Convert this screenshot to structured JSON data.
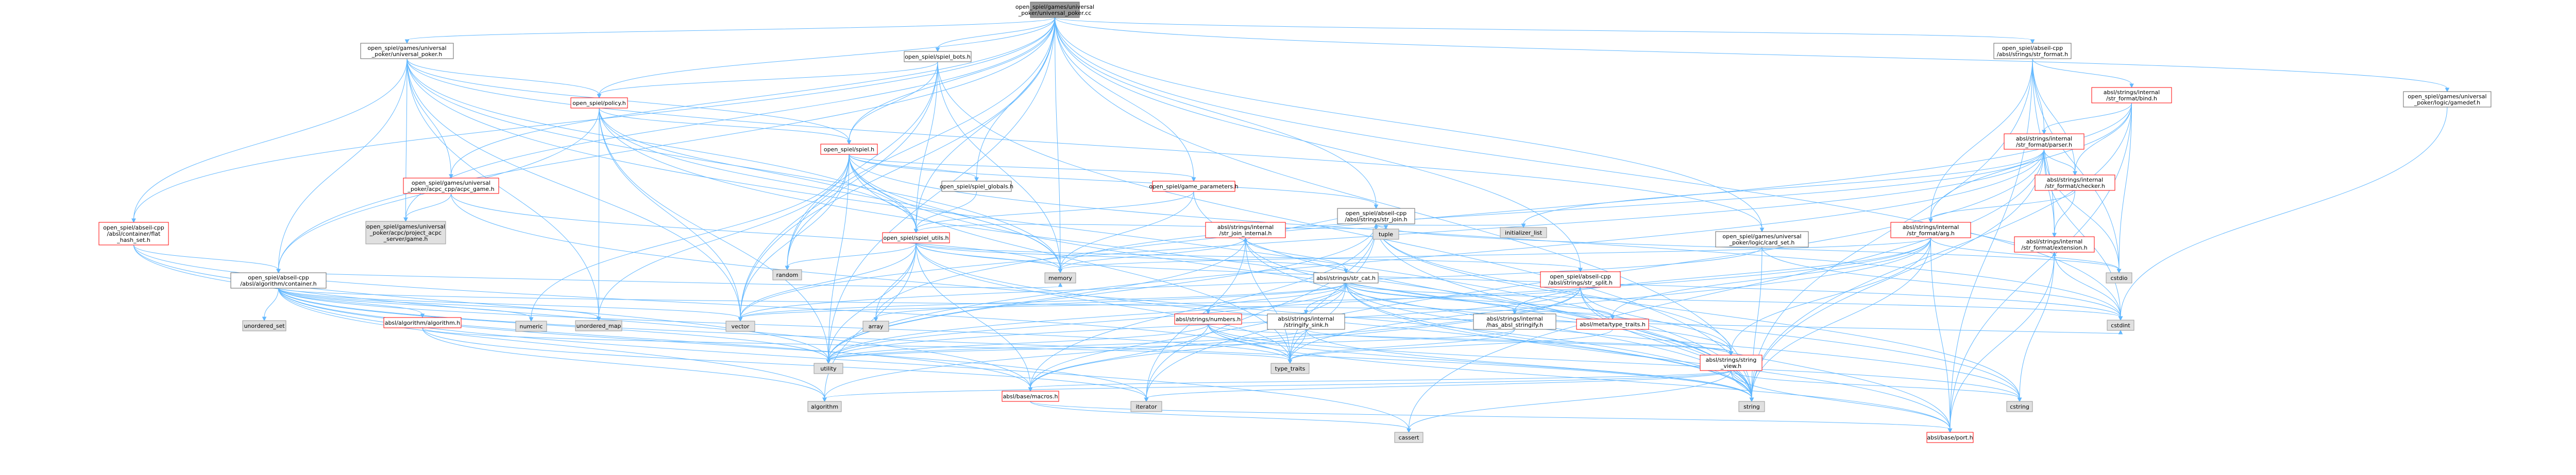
{
  "colors": {
    "root_fill": "#999999",
    "file_fill": "#ffffff",
    "file_border": "#666666",
    "missing_border": "#ff0000",
    "system_fill": "#e0e0e0",
    "system_border": "#999999",
    "edge": "#63b8ff"
  },
  "nodes": [
    {
      "id": "root",
      "lines": [
        "open_spiel/games/universal",
        "_poker/universal_poker.cc"
      ],
      "kind": "root"
    },
    {
      "id": "up_h",
      "lines": [
        "open_spiel/games/universal",
        "_poker/universal_poker.h"
      ],
      "kind": "file"
    },
    {
      "id": "bots",
      "lines": [
        "open_spiel/spiel_bots.h"
      ],
      "kind": "file"
    },
    {
      "id": "strformat",
      "lines": [
        "open_spiel/abseil-cpp",
        "/absl/strings/str_format.h"
      ],
      "kind": "file"
    },
    {
      "id": "gamedef",
      "lines": [
        "open_spiel/games/universal",
        "_poker/logic/gamedef.h"
      ],
      "kind": "file"
    },
    {
      "id": "policy",
      "lines": [
        "open_spiel/policy.h"
      ],
      "kind": "missing"
    },
    {
      "id": "acpc_game",
      "lines": [
        "open_spiel/games/universal",
        "_poker/acpc_cpp/acpc_game.h"
      ],
      "kind": "missing"
    },
    {
      "id": "flat_hash",
      "lines": [
        "open_spiel/abseil-cpp",
        "/absl/container/flat",
        "_hash_set.h"
      ],
      "kind": "missing"
    },
    {
      "id": "spiel",
      "lines": [
        "open_spiel/spiel.h"
      ],
      "kind": "missing"
    },
    {
      "id": "project_acpc",
      "lines": [
        "open_spiel/games/universal",
        "_poker/acpc/project_acpc",
        "_server/game.h"
      ],
      "kind": "system"
    },
    {
      "id": "container",
      "lines": [
        "open_spiel/abseil-cpp",
        "/absl/algorithm/container.h"
      ],
      "kind": "file"
    },
    {
      "id": "spiel_globals",
      "lines": [
        "open_spiel/spiel_globals.h"
      ],
      "kind": "file"
    },
    {
      "id": "game_params",
      "lines": [
        "open_spiel/game_parameters.h"
      ],
      "kind": "missing"
    },
    {
      "id": "spiel_utils",
      "lines": [
        "open_spiel/spiel_utils.h"
      ],
      "kind": "missing"
    },
    {
      "id": "str_join",
      "lines": [
        "open_spiel/abseil-cpp",
        "/absl/strings/str_join.h"
      ],
      "kind": "file"
    },
    {
      "id": "str_join_internal",
      "lines": [
        "absl/strings/internal",
        "/str_join_internal.h"
      ],
      "kind": "missing"
    },
    {
      "id": "bind",
      "lines": [
        "absl/strings/internal",
        "/str_format/bind.h"
      ],
      "kind": "missing"
    },
    {
      "id": "parser",
      "lines": [
        "absl/strings/internal",
        "/str_format/parser.h"
      ],
      "kind": "missing"
    },
    {
      "id": "checker",
      "lines": [
        "absl/strings/internal",
        "/str_format/checker.h"
      ],
      "kind": "missing"
    },
    {
      "id": "arg",
      "lines": [
        "absl/strings/internal",
        "/str_format/arg.h"
      ],
      "kind": "missing"
    },
    {
      "id": "extension",
      "lines": [
        "absl/strings/internal",
        "/str_format/extension.h"
      ],
      "kind": "missing"
    },
    {
      "id": "str_split",
      "lines": [
        "open_spiel/abseil-cpp",
        "/absl/strings/str_split.h"
      ],
      "kind": "missing"
    },
    {
      "id": "card_set",
      "lines": [
        "open_spiel/games/universal",
        "_poker/logic/card_set.h"
      ],
      "kind": "file"
    },
    {
      "id": "str_cat",
      "lines": [
        "absl/strings/str_cat.h"
      ],
      "kind": "file"
    },
    {
      "id": "algorithm_h",
      "lines": [
        "absl/algorithm/algorithm.h"
      ],
      "kind": "missing"
    },
    {
      "id": "numbers",
      "lines": [
        "absl/strings/numbers.h"
      ],
      "kind": "missing"
    },
    {
      "id": "stringify_sink",
      "lines": [
        "absl/strings/internal",
        "/stringify_sink.h"
      ],
      "kind": "file"
    },
    {
      "id": "has_stringify",
      "lines": [
        "absl/strings/internal",
        "/has_absl_stringify.h"
      ],
      "kind": "file"
    },
    {
      "id": "meta_type_traits",
      "lines": [
        "absl/meta/type_traits.h"
      ],
      "kind": "missing"
    },
    {
      "id": "string_view",
      "lines": [
        "absl/strings/string",
        "_view.h"
      ],
      "kind": "missing"
    },
    {
      "id": "macros",
      "lines": [
        "absl/base/macros.h"
      ],
      "kind": "missing"
    },
    {
      "id": "port",
      "lines": [
        "absl/base/port.h"
      ],
      "kind": "missing"
    },
    {
      "id": "tuple",
      "lines": [
        "tuple"
      ],
      "kind": "system"
    },
    {
      "id": "initializer_list",
      "lines": [
        "initializer_list"
      ],
      "kind": "system"
    },
    {
      "id": "memory",
      "lines": [
        "memory"
      ],
      "kind": "system"
    },
    {
      "id": "random",
      "lines": [
        "random"
      ],
      "kind": "system"
    },
    {
      "id": "unordered_set",
      "lines": [
        "unordered_set"
      ],
      "kind": "system"
    },
    {
      "id": "numeric",
      "lines": [
        "numeric"
      ],
      "kind": "system"
    },
    {
      "id": "unordered_map",
      "lines": [
        "unordered_map"
      ],
      "kind": "system"
    },
    {
      "id": "vector",
      "lines": [
        "vector"
      ],
      "kind": "system"
    },
    {
      "id": "array",
      "lines": [
        "array"
      ],
      "kind": "system"
    },
    {
      "id": "cstdio",
      "lines": [
        "cstdio"
      ],
      "kind": "system"
    },
    {
      "id": "cstdint",
      "lines": [
        "cstdint"
      ],
      "kind": "system"
    },
    {
      "id": "type_traits",
      "lines": [
        "type_traits"
      ],
      "kind": "system"
    },
    {
      "id": "utility",
      "lines": [
        "utility"
      ],
      "kind": "system"
    },
    {
      "id": "algorithm",
      "lines": [
        "algorithm"
      ],
      "kind": "system"
    },
    {
      "id": "iterator",
      "lines": [
        "iterator"
      ],
      "kind": "system"
    },
    {
      "id": "string",
      "lines": [
        "string"
      ],
      "kind": "system"
    },
    {
      "id": "cstring",
      "lines": [
        "cstring"
      ],
      "kind": "system"
    },
    {
      "id": "cassert",
      "lines": [
        "cassert"
      ],
      "kind": "system"
    }
  ],
  "edges": [
    [
      "root",
      "up_h"
    ],
    [
      "root",
      "bots"
    ],
    [
      "root",
      "strformat"
    ],
    [
      "root",
      "gamedef"
    ],
    [
      "root",
      "policy"
    ],
    [
      "root",
      "spiel"
    ],
    [
      "root",
      "spiel_utils"
    ],
    [
      "root",
      "game_params"
    ],
    [
      "root",
      "spiel_globals"
    ],
    [
      "root",
      "str_join"
    ],
    [
      "root",
      "str_split"
    ],
    [
      "root",
      "card_set"
    ],
    [
      "root",
      "container"
    ],
    [
      "root",
      "flat_hash"
    ],
    [
      "root",
      "acpc_game"
    ],
    [
      "root",
      "project_acpc"
    ],
    [
      "root",
      "memory"
    ],
    [
      "root",
      "vector"
    ],
    [
      "root",
      "string"
    ],
    [
      "root",
      "cstdint"
    ],
    [
      "root",
      "utility"
    ],
    [
      "root",
      "random"
    ],
    [
      "up_h",
      "policy"
    ],
    [
      "up_h",
      "spiel"
    ],
    [
      "up_h",
      "acpc_game"
    ],
    [
      "up_h",
      "flat_hash"
    ],
    [
      "up_h",
      "container"
    ],
    [
      "up_h",
      "spiel_utils"
    ],
    [
      "up_h",
      "card_set"
    ],
    [
      "up_h",
      "project_acpc"
    ],
    [
      "up_h",
      "memory"
    ],
    [
      "up_h",
      "vector"
    ],
    [
      "up_h",
      "string"
    ],
    [
      "up_h",
      "unordered_map"
    ],
    [
      "bots",
      "policy"
    ],
    [
      "bots",
      "spiel"
    ],
    [
      "bots",
      "spiel_utils"
    ],
    [
      "bots",
      "memory"
    ],
    [
      "bots",
      "vector"
    ],
    [
      "bots",
      "random"
    ],
    [
      "bots",
      "string"
    ],
    [
      "strformat",
      "bind"
    ],
    [
      "strformat",
      "parser"
    ],
    [
      "strformat",
      "checker"
    ],
    [
      "strformat",
      "arg"
    ],
    [
      "strformat",
      "extension"
    ],
    [
      "strformat",
      "cstdio"
    ],
    [
      "strformat",
      "string"
    ],
    [
      "strformat",
      "port"
    ],
    [
      "gamedef",
      "cstdint"
    ],
    [
      "policy",
      "spiel"
    ],
    [
      "policy",
      "spiel_utils"
    ],
    [
      "policy",
      "container"
    ],
    [
      "policy",
      "memory"
    ],
    [
      "policy",
      "vector"
    ],
    [
      "policy",
      "string"
    ],
    [
      "policy",
      "utility"
    ],
    [
      "policy",
      "unordered_map"
    ],
    [
      "acpc_game",
      "project_acpc"
    ],
    [
      "acpc_game",
      "memory"
    ],
    [
      "acpc_game",
      "string"
    ],
    [
      "flat_hash",
      "container"
    ],
    [
      "flat_hash",
      "macros"
    ],
    [
      "flat_hash",
      "type_traits"
    ],
    [
      "flat_hash",
      "utility"
    ],
    [
      "spiel",
      "spiel_globals"
    ],
    [
      "spiel",
      "game_params"
    ],
    [
      "spiel",
      "spiel_utils"
    ],
    [
      "spiel",
      "str_join"
    ],
    [
      "spiel",
      "memory"
    ],
    [
      "spiel",
      "vector"
    ],
    [
      "spiel",
      "random"
    ],
    [
      "spiel",
      "string"
    ],
    [
      "spiel",
      "numeric"
    ],
    [
      "spiel",
      "unordered_map"
    ],
    [
      "spiel",
      "utility"
    ],
    [
      "spiel",
      "cstdint"
    ],
    [
      "spiel",
      "type_traits"
    ],
    [
      "container",
      "algorithm_h"
    ],
    [
      "container",
      "macros"
    ],
    [
      "container",
      "meta_type_traits"
    ],
    [
      "container",
      "algorithm"
    ],
    [
      "container",
      "cassert"
    ],
    [
      "container",
      "iterator"
    ],
    [
      "container",
      "numeric"
    ],
    [
      "container",
      "type_traits"
    ],
    [
      "container",
      "unordered_map"
    ],
    [
      "container",
      "unordered_set"
    ],
    [
      "container",
      "utility"
    ],
    [
      "container",
      "vector"
    ],
    [
      "container",
      "memory"
    ],
    [
      "container",
      "string"
    ],
    [
      "spiel_globals",
      "spiel_utils"
    ],
    [
      "game_params",
      "spiel_utils"
    ],
    [
      "game_params",
      "memory"
    ],
    [
      "game_params",
      "string"
    ],
    [
      "game_params",
      "map"
    ],
    [
      "spiel_utils",
      "str_cat"
    ],
    [
      "spiel_utils",
      "str_join"
    ],
    [
      "spiel_utils",
      "str_split"
    ],
    [
      "spiel_utils",
      "memory"
    ],
    [
      "spiel_utils",
      "random"
    ],
    [
      "spiel_utils",
      "vector"
    ],
    [
      "spiel_utils",
      "array"
    ],
    [
      "spiel_utils",
      "algorithm"
    ],
    [
      "spiel_utils",
      "cstdint"
    ],
    [
      "spiel_utils",
      "string"
    ],
    [
      "spiel_utils",
      "utility"
    ],
    [
      "spiel_utils",
      "type_traits"
    ],
    [
      "spiel_utils",
      "macros"
    ],
    [
      "str_join",
      "str_join_internal"
    ],
    [
      "str_join",
      "macros"
    ],
    [
      "str_join",
      "string_view"
    ],
    [
      "str_join",
      "tuple"
    ],
    [
      "str_join",
      "initializer_list"
    ],
    [
      "str_join",
      "iterator"
    ],
    [
      "str_join",
      "string"
    ],
    [
      "str_join",
      "utility"
    ],
    [
      "str_join",
      "type_traits"
    ],
    [
      "str_join",
      "cstdio"
    ],
    [
      "str_join",
      "cstring"
    ],
    [
      "str_join_internal",
      "str_cat"
    ],
    [
      "str_join_internal",
      "memory"
    ],
    [
      "str_join_internal",
      "iterator"
    ],
    [
      "str_join_internal",
      "string"
    ],
    [
      "str_join_internal",
      "type_traits"
    ],
    [
      "str_join_internal",
      "utility"
    ],
    [
      "str_join_internal",
      "cstring"
    ],
    [
      "bind",
      "arg"
    ],
    [
      "bind",
      "checker"
    ],
    [
      "bind",
      "parser"
    ],
    [
      "bind",
      "port"
    ],
    [
      "bind",
      "array"
    ],
    [
      "bind",
      "cstdio"
    ],
    [
      "bind",
      "sstream"
    ],
    [
      "bind",
      "string"
    ],
    [
      "parser",
      "checker"
    ],
    [
      "parser",
      "extension"
    ],
    [
      "parser",
      "cstddef"
    ],
    [
      "parser",
      "cstdint"
    ],
    [
      "parser",
      "initializer_list"
    ],
    [
      "parser",
      "iterator"
    ],
    [
      "parser",
      "memory"
    ],
    [
      "parser",
      "string"
    ],
    [
      "parser",
      "utility"
    ],
    [
      "parser",
      "vector"
    ],
    [
      "parser",
      "cassert"
    ],
    [
      "parser",
      "cstdio"
    ],
    [
      "checker",
      "arg"
    ],
    [
      "checker",
      "extension"
    ],
    [
      "arg",
      "extension"
    ],
    [
      "arg",
      "port"
    ],
    [
      "arg",
      "has_stringify"
    ],
    [
      "arg",
      "meta_type_traits"
    ],
    [
      "arg",
      "string_view"
    ],
    [
      "arg",
      "cstdio"
    ],
    [
      "arg",
      "string"
    ],
    [
      "arg",
      "type_traits"
    ],
    [
      "arg",
      "memory"
    ],
    [
      "arg",
      "iomanip"
    ],
    [
      "arg",
      "limits"
    ],
    [
      "arg",
      "sstream"
    ],
    [
      "arg",
      "utility"
    ],
    [
      "arg",
      "cstddef"
    ],
    [
      "extension",
      "port"
    ],
    [
      "extension",
      "cstdint"
    ],
    [
      "extension",
      "cstring"
    ],
    [
      "extension",
      "ostream"
    ],
    [
      "extension",
      "cstddef"
    ],
    [
      "str_split",
      "algorithm"
    ],
    [
      "str_split",
      "cstddef"
    ],
    [
      "str_split",
      "map"
    ],
    [
      "str_split",
      "set"
    ],
    [
      "str_split",
      "string"
    ],
    [
      "str_split",
      "utility"
    ],
    [
      "str_split",
      "vector"
    ],
    [
      "str_split",
      "macros"
    ],
    [
      "str_split",
      "port"
    ],
    [
      "str_split",
      "string_view"
    ],
    [
      "card_set",
      "cstdint"
    ],
    [
      "card_set",
      "string"
    ],
    [
      "card_set",
      "vector"
    ],
    [
      "str_cat",
      "stringify_sink"
    ],
    [
      "str_cat",
      "has_stringify"
    ],
    [
      "str_cat",
      "numbers"
    ],
    [
      "str_cat",
      "string_view"
    ],
    [
      "str_cat",
      "array"
    ],
    [
      "str_cat",
      "cstdint"
    ],
    [
      "str_cat",
      "string"
    ],
    [
      "str_cat",
      "type_traits"
    ],
    [
      "str_cat",
      "utility"
    ],
    [
      "str_cat",
      "vector"
    ],
    [
      "str_cat",
      "cstring"
    ],
    [
      "str_cat",
      "meta_type_traits"
    ],
    [
      "str_cat",
      "port"
    ],
    [
      "str_cat",
      "macros"
    ],
    [
      "algorithm_h",
      "algorithm"
    ],
    [
      "algorithm_h",
      "iterator"
    ],
    [
      "algorithm_h",
      "type_traits"
    ],
    [
      "numbers",
      "string_view"
    ],
    [
      "numbers",
      "macros"
    ],
    [
      "numbers",
      "port"
    ],
    [
      "numbers",
      "string"
    ],
    [
      "numbers",
      "type_traits"
    ],
    [
      "numbers",
      "cstdint"
    ],
    [
      "numbers",
      "utility"
    ],
    [
      "numbers",
      "cstring"
    ],
    [
      "stringify_sink",
      "string_view"
    ],
    [
      "stringify_sink",
      "string"
    ],
    [
      "stringify_sink",
      "type_traits"
    ],
    [
      "stringify_sink",
      "utility"
    ],
    [
      "has_stringify",
      "type_traits"
    ],
    [
      "has_stringify",
      "utility"
    ],
    [
      "meta_type_traits",
      "type_traits"
    ],
    [
      "string_view",
      "macros"
    ],
    [
      "string_view",
      "port"
    ],
    [
      "string_view",
      "algorithm"
    ],
    [
      "string_view",
      "cassert"
    ],
    [
      "string_view",
      "cstring"
    ],
    [
      "string_view",
      "iterator"
    ],
    [
      "string_view",
      "string"
    ],
    [
      "string_view",
      "cstddef"
    ],
    [
      "macros",
      "cassert"
    ],
    [
      "macros",
      "port"
    ]
  ]
}
